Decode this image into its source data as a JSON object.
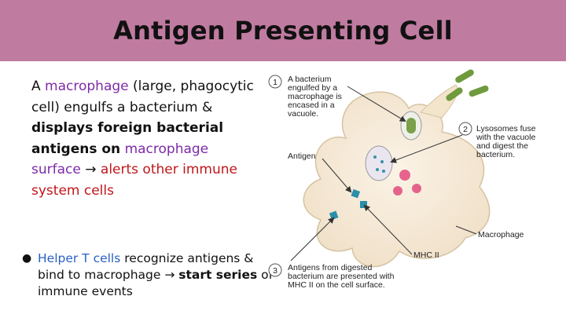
{
  "header": {
    "title": "Antigen Presenting Cell",
    "bg_color": "#c07ba0"
  },
  "paragraph": {
    "t1": "A ",
    "macrophage": "macrophage",
    "t2": " (large, phagocytic cell) engulfs a bacterium & ",
    "displays": "displays foreign bacterial antigens on",
    "surface": "macrophage surface",
    "arrow": " → ",
    "alerts": "alerts other immune system cells"
  },
  "bullet": {
    "dot": "●",
    "helper": "Helper T cells",
    "t1": " recognize antigens & bind to macrophage → ",
    "start": "start series",
    "t2": " of immune events"
  },
  "figure": {
    "step1_num": "1",
    "step1_lines": [
      "A bacterium",
      "engulfed by a",
      "macrophage is",
      "encased in a",
      "vacuole."
    ],
    "step2_num": "2",
    "step2_lines": [
      "Lysosomes fuse",
      "with the vacuole",
      "and digest the",
      "bacterium."
    ],
    "step3_num": "3",
    "step3_lines": [
      "Antigens from digested",
      "bacterium are presented with",
      "MHC II on the cell surface."
    ],
    "antigen_label": "Antigen",
    "macrophage_label": "Macrophage",
    "mhc_label": "MHC II"
  },
  "colors": {
    "purple": "#7d2aa8",
    "red": "#c0161a",
    "blue": "#2a5fc6"
  }
}
